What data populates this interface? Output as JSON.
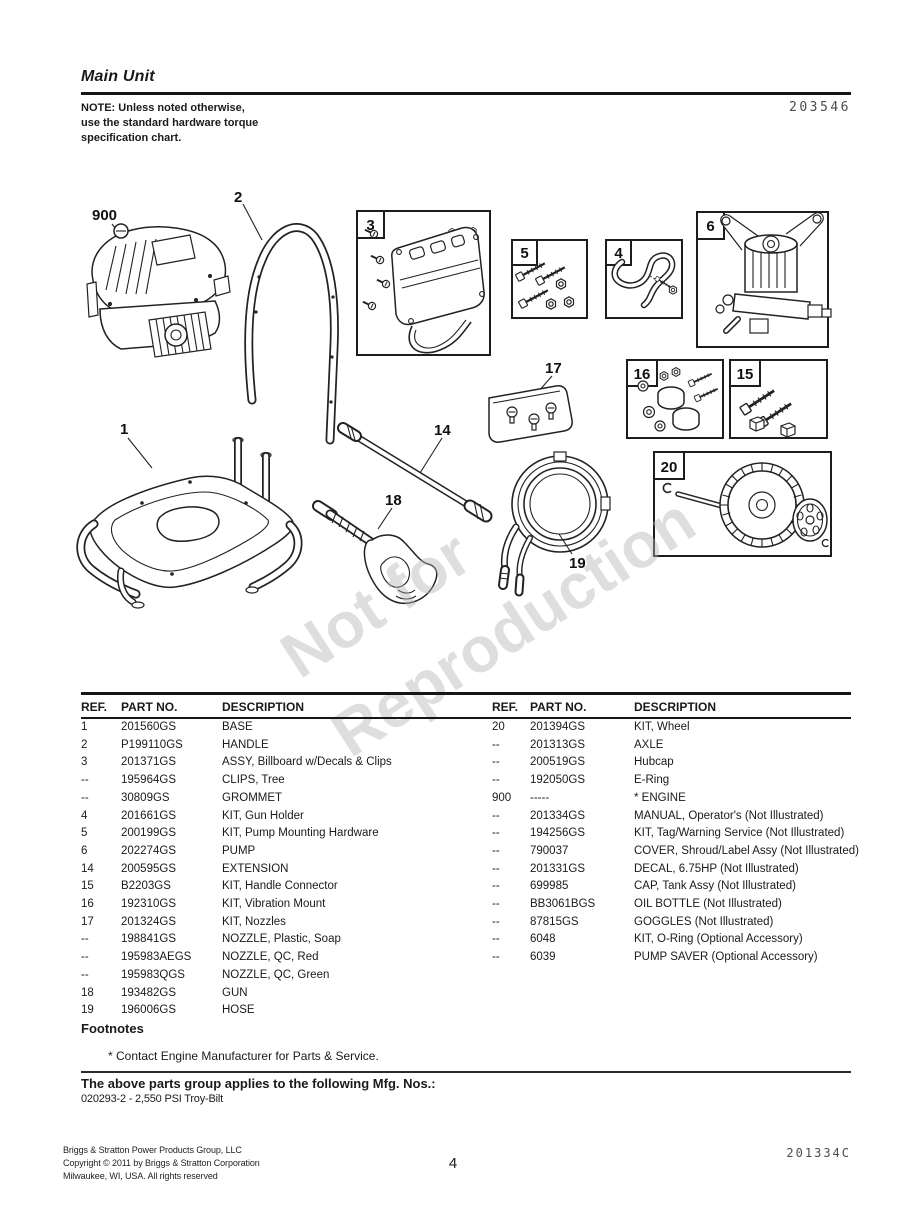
{
  "header": {
    "title": "Main Unit",
    "note_lines": [
      "NOTE: Unless noted otherwise,",
      "use the standard hardware torque",
      "specification chart."
    ],
    "doc_number": "203546"
  },
  "watermark": {
    "line1": "Not for",
    "line2": "Reproduction"
  },
  "diagram": {
    "callouts": {
      "900": "900",
      "1": "1",
      "2": "2",
      "3": "3",
      "4": "4",
      "5": "5",
      "6": "6",
      "14": "14",
      "15": "15",
      "16": "16",
      "17": "17",
      "18": "18",
      "19": "19",
      "20": "20"
    }
  },
  "table": {
    "headers": [
      "REF.",
      "PART NO.",
      "DESCRIPTION"
    ],
    "left_rows": [
      [
        "1",
        "201560GS",
        "BASE"
      ],
      [
        "2",
        "P199110GS",
        "HANDLE"
      ],
      [
        "3",
        "201371GS",
        "ASSY, Billboard w/Decals & Clips"
      ],
      [
        "--",
        "195964GS",
        "CLIPS, Tree"
      ],
      [
        "--",
        "30809GS",
        "GROMMET"
      ],
      [
        "4",
        "201661GS",
        "KIT, Gun Holder"
      ],
      [
        "5",
        "200199GS",
        "KIT, Pump Mounting Hardware"
      ],
      [
        "6",
        "202274GS",
        "PUMP"
      ],
      [
        "14",
        "200595GS",
        "EXTENSION"
      ],
      [
        "15",
        "B2203GS",
        "KIT, Handle Connector"
      ],
      [
        "16",
        "192310GS",
        "KIT, Vibration Mount"
      ],
      [
        "17",
        "201324GS",
        "KIT, Nozzles"
      ],
      [
        "--",
        "198841GS",
        "NOZZLE, Plastic, Soap"
      ],
      [
        "--",
        "195983AEGS",
        "NOZZLE, QC, Red"
      ],
      [
        "--",
        "195983QGS",
        "NOZZLE, QC, Green"
      ],
      [
        "18",
        "193482GS",
        "GUN"
      ],
      [
        "19",
        "196006GS",
        "HOSE"
      ]
    ],
    "right_rows": [
      [
        "20",
        "201394GS",
        "KIT, Wheel"
      ],
      [
        "--",
        "201313GS",
        "AXLE"
      ],
      [
        "--",
        "200519GS",
        "Hubcap"
      ],
      [
        "--",
        "192050GS",
        "E-Ring"
      ],
      [
        "900",
        "-----",
        "* ENGINE"
      ],
      [
        "--",
        "201334GS",
        "MANUAL, Operator's (Not Illustrated)"
      ],
      [
        "--",
        "194256GS",
        "KIT, Tag/Warning Service (Not Illustrated)"
      ],
      [
        "--",
        "790037",
        "COVER, Shroud/Label Assy (Not Illustrated)"
      ],
      [
        "--",
        "201331GS",
        "DECAL, 6.75HP (Not Illustrated)"
      ],
      [
        "--",
        "699985",
        "CAP, Tank Assy (Not Illustrated)"
      ],
      [
        "--",
        "BB3061BGS",
        "OIL BOTTLE (Not Illustrated)"
      ],
      [
        "--",
        "87815GS",
        "GOGGLES (Not Illustrated)"
      ],
      [
        "--",
        "6048",
        "KIT, O-Ring (Optional Accessory)"
      ],
      [
        "--",
        "6039",
        "PUMP SAVER (Optional Accessory)"
      ]
    ]
  },
  "footnotes": {
    "heading": "Footnotes",
    "item": "* Contact Engine Manufacturer for Parts & Service."
  },
  "mfg": {
    "heading": "The above parts group applies to the following Mfg. Nos.:",
    "value": "020293-2 - 2,550 PSI Troy-Bilt"
  },
  "footer": {
    "company_lines": [
      "Briggs & Stratton Power Products Group, LLC",
      "Copyright ©  2011 by Briggs & Stratton Corporation",
      "Milwaukee, WI, USA. All rights reserved"
    ],
    "page_number": "4",
    "doc_code": "201334C"
  }
}
